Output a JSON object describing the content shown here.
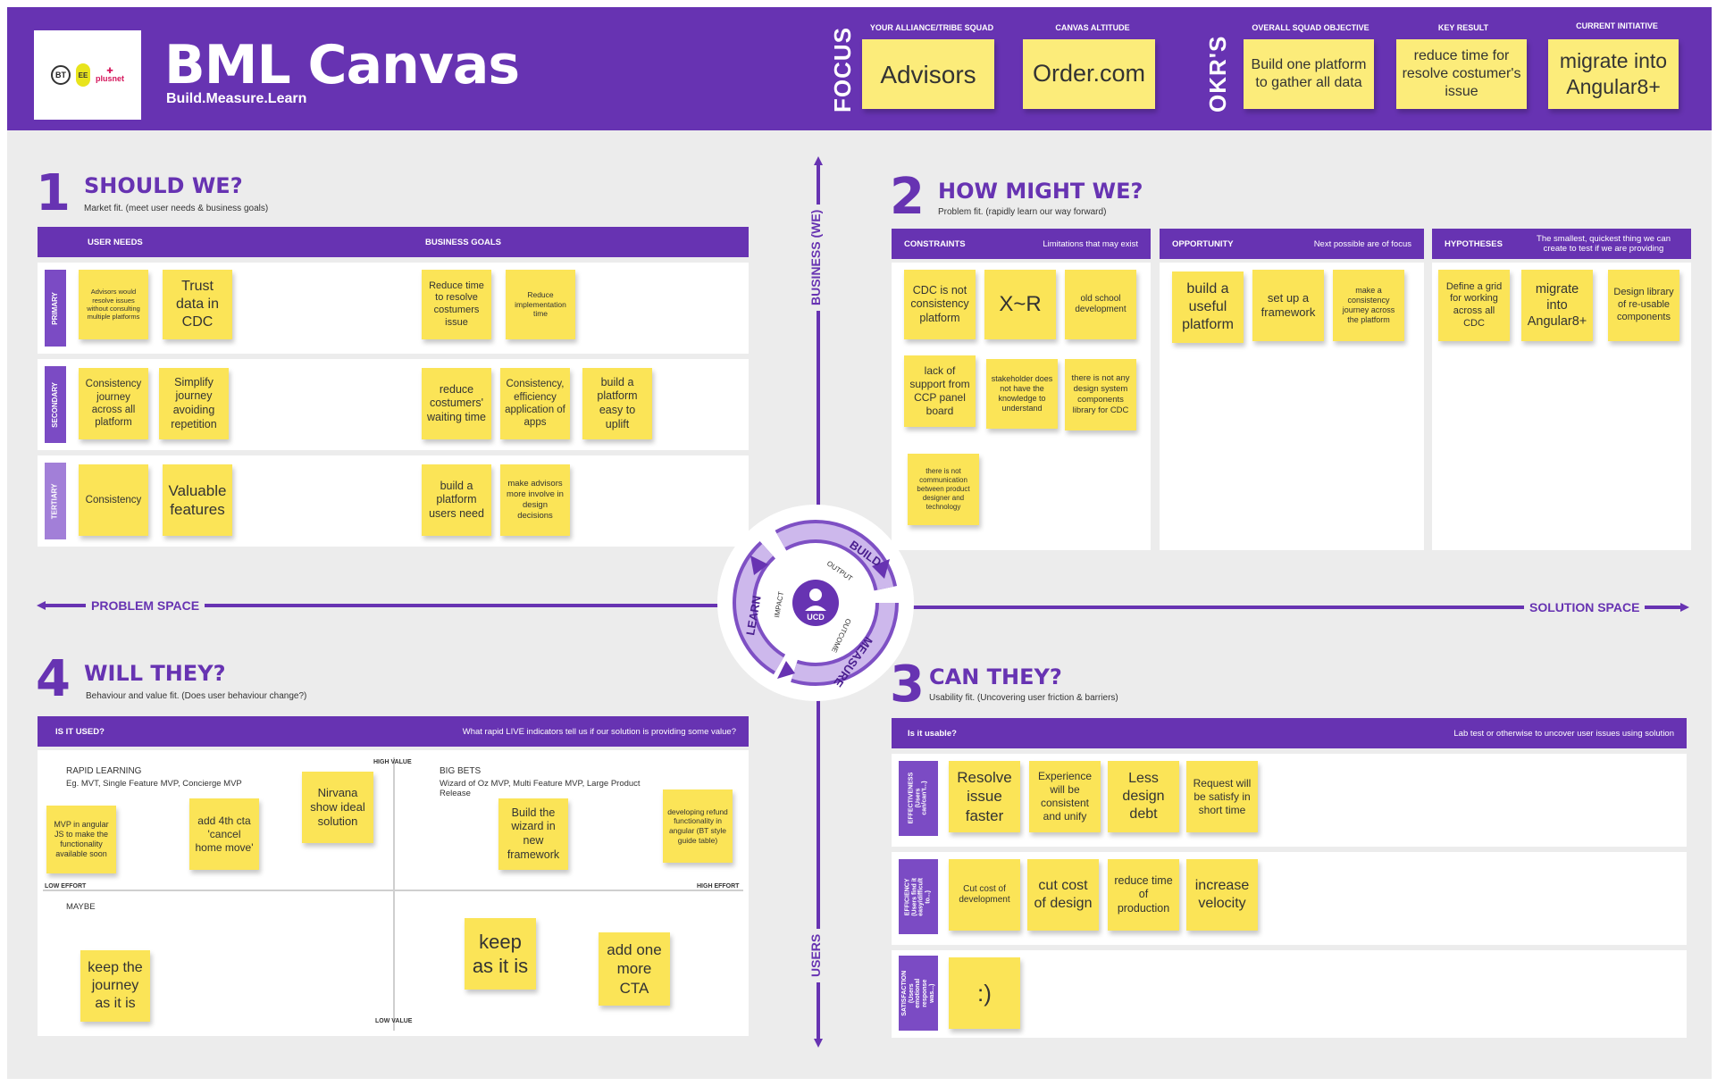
{
  "header": {
    "title": "BML Canvas",
    "subtitle": "Build.Measure.Learn",
    "logo": {
      "bt": "BT",
      "ee": "EE",
      "plusnet": "plusnet"
    },
    "focus_label": "FOCUS",
    "okrs_label": "OKR'S",
    "alliance_caption": "YOUR ALLIANCE/TRIBE SQUAD",
    "alliance_value": "Advisors",
    "altitude_caption": "CANVAS ALTITUDE",
    "altitude_value": "Order.com",
    "objective_caption": "OVERALL SQUAD OBJECTIVE",
    "objective_value": "Build one platform to gather all data",
    "keyresult_caption": "KEY RESULT",
    "keyresult_value": "reduce time for resolve costumer's issue",
    "initiative_caption": "CURRENT INITIATIVE",
    "initiative_value": "migrate into Angular8+"
  },
  "axes": {
    "business": "BUSINESS (WE)",
    "users": "USERS",
    "problem": "PROBLEM SPACE",
    "solution": "SOLUTION SPACE"
  },
  "cycle": {
    "build": "BUILD",
    "measure": "MEASURE",
    "learn": "LEARN",
    "output": "OUTPUT",
    "outcome": "OUTCOME",
    "impact": "IMPACT",
    "center": "UCD"
  },
  "q1": {
    "number": "1",
    "title": "SHOULD WE?",
    "subtitle": "Market fit. (meet user needs & business goals)",
    "col_user_needs": "USER NEEDS",
    "col_business_goals": "BUSINESS GOALS",
    "rows": [
      "PRIMARY",
      "SECONDARY",
      "TERTIARY"
    ],
    "primary_user": [
      "Advisors would resolve issues without consulting multiple platforms",
      "Trust data in CDC"
    ],
    "primary_business": [
      "Reduce time to resolve costumers issue",
      "Reduce implementation time"
    ],
    "secondary_user": [
      "Consistency journey across all platform",
      "Simplify journey avoiding repetition"
    ],
    "secondary_business": [
      "reduce costumers' waiting time",
      "Consistency, efficiency application of apps",
      "build a platform easy to uplift"
    ],
    "tertiary_user": [
      "Consistency",
      "Valuable features"
    ],
    "tertiary_business": [
      "build a platform users need",
      "make advisors more involve in design decisions"
    ]
  },
  "q2": {
    "number": "2",
    "title": "HOW MIGHT WE?",
    "subtitle": "Problem fit. (rapidly learn our way forward)",
    "constraints_title": "CONSTRAINTS",
    "constraints_desc": "Limitations that may exist",
    "opportunity_title": "OPPORTUNITY",
    "opportunity_desc": "Next possible are of focus",
    "hypotheses_title": "HYPOTHESES",
    "hypotheses_desc": "The smallest, quickest thing we can create to test if we are providing",
    "constraints": [
      "CDC is not consistency platform",
      "X~R",
      "old school development",
      "lack of support from CCP panel board",
      "stakeholder does not have the knowledge to understand",
      "there is not any design system components library for CDC",
      "there is not communication between product designer and technology"
    ],
    "opportunities": [
      "build a useful platform",
      "set up a framework",
      "make a consistency journey across the platform"
    ],
    "hypotheses": [
      "Define a grid for working across all CDC",
      "migrate into Angular8+",
      "Design library of re-usable components"
    ]
  },
  "q3": {
    "number": "3",
    "title": "CAN THEY?",
    "subtitle": "Usability fit. (Uncovering user friction & barriers)",
    "bar_left": "Is it usable?",
    "bar_right": "Lab test or otherwise to uncover user issues using solution",
    "effectiveness_tag": "EFFECTIVENESS (Users can/can't...)",
    "efficiency_tag": "EFFICIENCY (Users find it easy/difficult to...)",
    "satisfaction_tag": "SATISFACTION (Users emotional response was...)",
    "effectiveness": [
      "Resolve issue faster",
      "Experience will be consistent and unify",
      "Less design debt",
      "Request will be satisfy in short time"
    ],
    "efficiency": [
      "Cut cost of development",
      "cut cost of design",
      "reduce time of production",
      "increase velocity"
    ],
    "satisfaction": [
      ":)"
    ]
  },
  "q4": {
    "number": "4",
    "title": "WILL THEY?",
    "subtitle": "Behaviour and value fit. (Does user behaviour change?)",
    "bar_left": "IS IT USED?",
    "bar_right": "What rapid LIVE indicators tell us if our solution is providing some value?",
    "rapid_learning_title": "RAPID LEARNING",
    "rapid_learning_desc": "Eg. MVT, Single Feature MVP, Concierge MVP",
    "big_bets_title": "BIG BETS",
    "big_bets_desc": "Wizard of Oz MVP, Multi Feature MVP, Large Product Release",
    "maybe": "MAYBE",
    "high_value": "HIGH VALUE",
    "low_value": "LOW VALUE",
    "low_effort": "LOW EFFORT",
    "high_effort": "HIGH EFFORT",
    "rapid": [
      "MVP in angular JS to make the functionality available soon",
      "add 4th cta 'cancel home move'",
      "Nirvana show ideal solution"
    ],
    "big": [
      "Build the wizard in new framework",
      "developing refund functionality in angular (BT style guide table)"
    ],
    "maybe_items": [
      "keep the journey as it is",
      "keep as it is",
      "add one more CTA"
    ]
  }
}
